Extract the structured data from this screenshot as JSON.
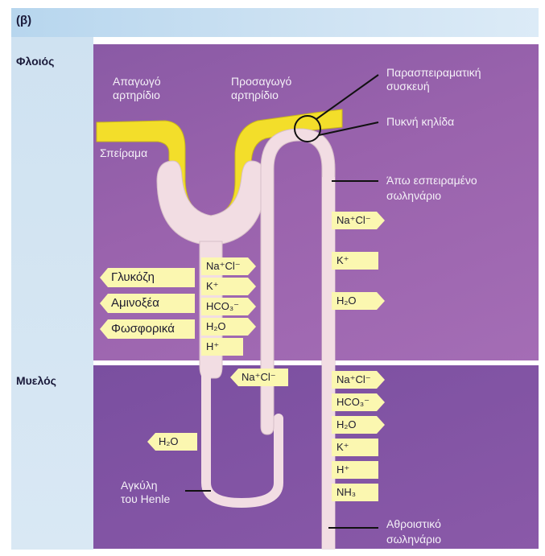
{
  "header": {
    "label": "(β)"
  },
  "zones": {
    "cortex": "Φλοιός",
    "medulla": "Μυελός"
  },
  "labels": {
    "efferent_1": "Απαγωγό",
    "efferent_2": "αρτηρίδιο",
    "afferent_1": "Προσαγωγό",
    "afferent_2": "αρτηρίδιο",
    "glomerulus": "Σπείραμα",
    "juxta_1": "Παρασπειραματική",
    "juxta_2": "συσκευή",
    "macula": "Πυκνή  κηλίδα",
    "distal_1": "Άπω  εσπειραμένο",
    "distal_2": "σωληνάριο",
    "henle_1": "Αγκύλη",
    "henle_2": "του Henle",
    "collecting_1": "Αθροιστικό",
    "collecting_2": "σωληνάριο"
  },
  "reabsorbed": {
    "glucose": "Γλυκόζη",
    "amino_acids": "Αμινοξέα",
    "phosphates": "Φωσφορικά"
  },
  "proximal_ions": [
    "Na⁺Cl⁻",
    "K⁺",
    "HCO₃⁻",
    "H₂O",
    "H⁺"
  ],
  "henle_ions": {
    "descending": "H₂O",
    "ascending": "Na⁺Cl⁻"
  },
  "distal_ions": [
    "Na⁺Cl⁻",
    "K⁺",
    "H₂O"
  ],
  "collecting_ions": [
    "Na⁺Cl⁻",
    "HCO₃⁻",
    "H₂O",
    "K⁺",
    "H⁺",
    "NH₃"
  ],
  "colors": {
    "cortex": "#9a63ad",
    "medulla": "#8a59a8",
    "tubule": "#f2dde3",
    "vessel": "#f3de2a",
    "tag": "#fbf7b0"
  }
}
